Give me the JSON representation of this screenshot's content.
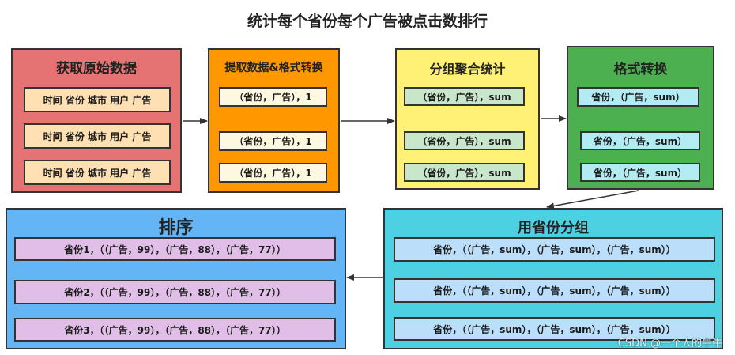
{
  "title": "统计每个省份每个广告被点击数排行",
  "colors": {
    "stage1_bg": "#e57373",
    "stage1_item": "#ffe0b2",
    "stage2_bg": "#ff9800",
    "stage2_item": "#fff8e1",
    "stage3_bg": "#fff176",
    "stage3_item": "#c8e6c9",
    "stage4_bg": "#4caf50",
    "stage4_item": "#b2ebf2",
    "stage5_bg": "#4dd0e1",
    "stage5_item": "#bbdefb",
    "stage6_bg": "#64b5f6",
    "stage6_item": "#e1bee7",
    "border": "#333333",
    "arrow": "#333333"
  },
  "stages": [
    {
      "title": "获取原始数据",
      "items": [
        "时间 省份 城市  用户 广告",
        "时间 省份 城市  用户 广告",
        "时间 省份 城市  用户 广告"
      ]
    },
    {
      "title": "提取数据&格式转换",
      "items": [
        "（省份，广告），1",
        "（省份，广告），1",
        "（省份，广告），1"
      ]
    },
    {
      "title": "分组聚合统计",
      "items": [
        "（省份，广告），sum",
        "（省份，广告），sum",
        "（省份，广告），sum"
      ]
    },
    {
      "title": "格式转换",
      "items": [
        "省份，（广告，sum）",
        "省份，（广告，sum）",
        "省份，（广告，sum）"
      ]
    },
    {
      "title": "用省份分组",
      "items": [
        "省份，（（广告，sum），（广告，sum），（广告，sum））",
        "省份，（（广告，sum），（广告，sum），（广告，sum））",
        "省份，（（广告，sum），（广告，sum），（广告，sum））"
      ]
    },
    {
      "title": "排序",
      "items": [
        "省份1，（（广告，99），（广告，88），（广告，77））",
        "省份2，（（广告，99），（广告，88），（广告，77））",
        "省份3，（（广告，99），（广告，88），（广告，77））"
      ]
    }
  ],
  "watermark": "CSDN @一个人的牛牛"
}
